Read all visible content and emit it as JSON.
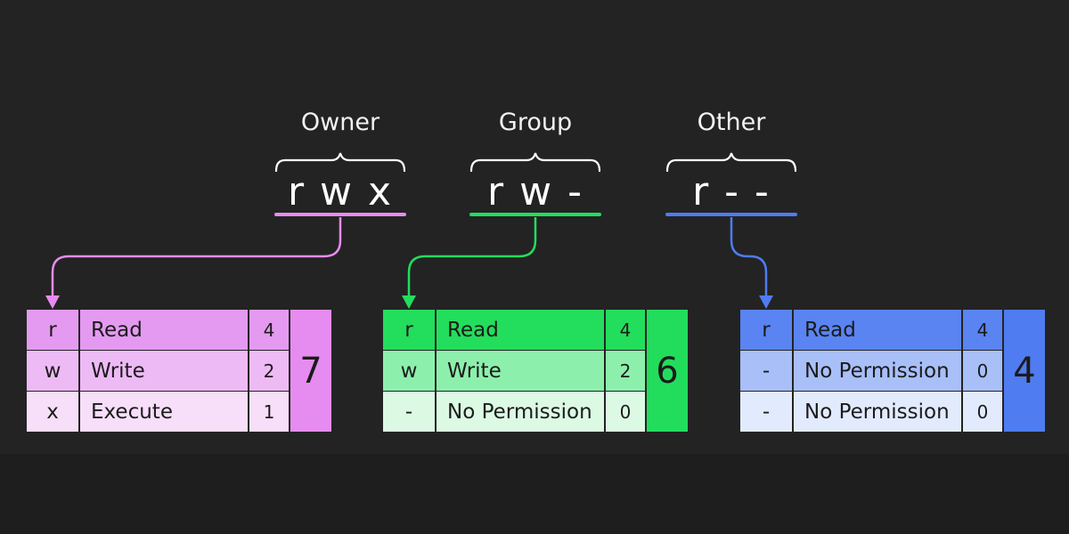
{
  "groups": [
    {
      "label": "Owner",
      "perm": "r w x",
      "color": "#e68cf0",
      "rows": [
        {
          "sym": "r",
          "name": "Read",
          "val": "4"
        },
        {
          "sym": "w",
          "name": "Write",
          "val": "2"
        },
        {
          "sym": "x",
          "name": "Execute",
          "val": "1"
        }
      ],
      "total": "7"
    },
    {
      "label": "Group",
      "perm": "r w -",
      "color": "#22dd5c",
      "rows": [
        {
          "sym": "r",
          "name": "Read",
          "val": "4"
        },
        {
          "sym": "w",
          "name": "Write",
          "val": "2"
        },
        {
          "sym": "-",
          "name": "No Permission",
          "val": "0"
        }
      ],
      "total": "6"
    },
    {
      "label": "Other",
      "perm": "r - -",
      "color": "#4f7cf0",
      "rows": [
        {
          "sym": "r",
          "name": "Read",
          "val": "4"
        },
        {
          "sym": "-",
          "name": "No Permission",
          "val": "0"
        },
        {
          "sym": "-",
          "name": "No Permission",
          "val": "0"
        }
      ],
      "total": "4"
    }
  ],
  "row_shades": [
    [
      "#e49af0",
      "#eebaf6",
      "#f7def9"
    ],
    [
      "#23dd5c",
      "#8cf0ac",
      "#dcf9e4"
    ],
    [
      "#5a84f2",
      "#a8bff8",
      "#e2eafd"
    ]
  ]
}
